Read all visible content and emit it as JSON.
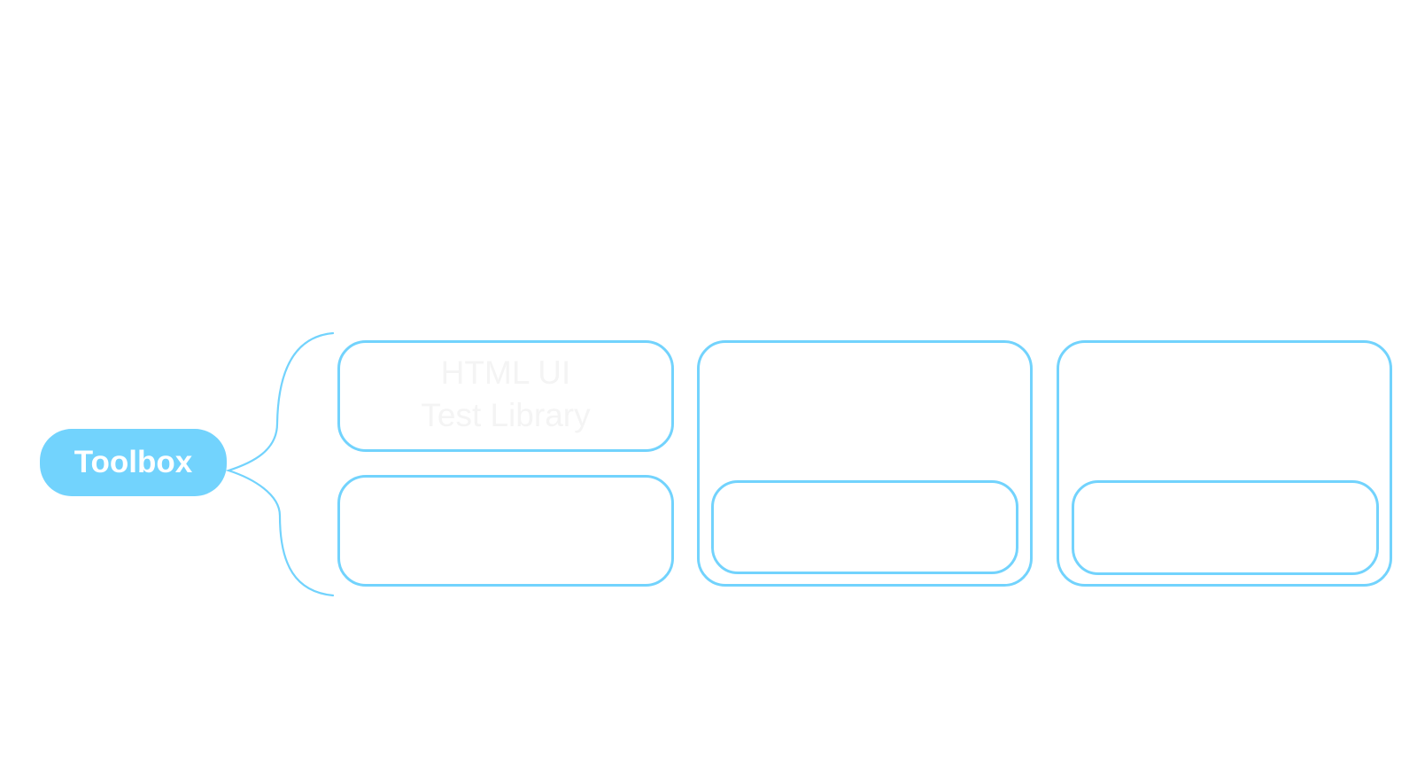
{
  "diagram": {
    "root": {
      "label": "Toolbox"
    },
    "nodes": [
      {
        "id": "html-ui-test-library",
        "lines": [
          "HTML UI",
          "Test Library"
        ]
      },
      {
        "id": "second-child",
        "lines": []
      },
      {
        "id": "group-2",
        "lines": []
      },
      {
        "id": "group-2-child",
        "lines": []
      },
      {
        "id": "group-3",
        "lines": []
      },
      {
        "id": "group-3-child",
        "lines": []
      }
    ],
    "note": ""
  },
  "colors": {
    "accent": "#72d3fd",
    "root_text": "#ffffff",
    "faded_text": "#f4f4f4",
    "background": "#ffffff"
  }
}
